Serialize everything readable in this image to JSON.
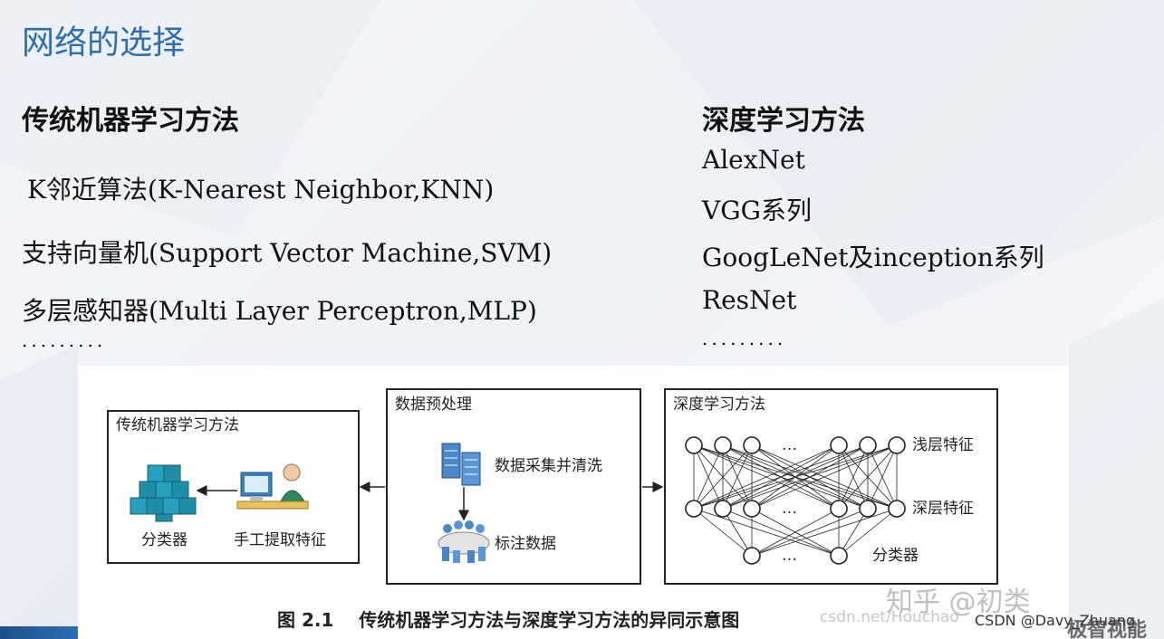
{
  "slide": {
    "title": "网络的选择"
  },
  "traditional": {
    "heading": "传统机器学习方法",
    "items": [
      "K邻近算法(K-Nearest Neighbor,KNN)",
      "支持向量机(Support Vector Machine,SVM)",
      "多层感知器(Multi Layer Perceptron,MLP)",
      "........."
    ]
  },
  "deep": {
    "heading": "深度学习方法",
    "items": [
      "AlexNet",
      "VGG系列",
      "GoogLeNet及inception系列",
      "ResNet",
      "........."
    ]
  },
  "figure": {
    "left_box": {
      "title": "传统机器学习方法",
      "classifier_label": "分类器",
      "feature_label": "手工提取特征"
    },
    "middle_box": {
      "title": "数据预处理",
      "collect_label": "数据采集并清洗",
      "annotate_label": "标注数据"
    },
    "right_box": {
      "title": "深度学习方法",
      "ellipsis": "…",
      "shallow_label": "浅层特征",
      "deep_label": "深层特征",
      "classifier_label": "分类器"
    },
    "caption": "图 2.1    传统机器学习方法与深度学习方法的异同示意图"
  },
  "watermarks": {
    "zhihu": "知乎 @初类",
    "url": "csdn.net/Houchao",
    "csdn": "CSDN @Davy_Zhuang",
    "corner": "极智视能"
  },
  "colors": {
    "title_blue": "#2c6fb3",
    "icon_teal": "#1f8fa8",
    "line": "#222222"
  }
}
